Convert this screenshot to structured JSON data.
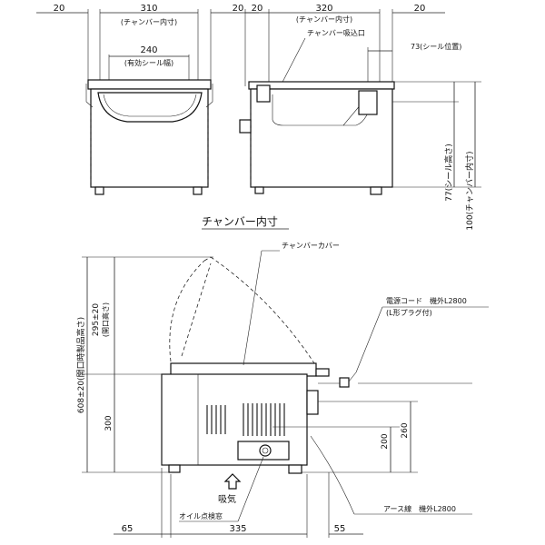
{
  "front_view": {
    "dim_left_margin": "20",
    "dim_chamber_width": "310",
    "dim_chamber_width_note": "(チャンバー内寸)",
    "dim_right_margin": "20",
    "dim_seal_width": "240",
    "dim_seal_width_note": "(有効シール幅)"
  },
  "side_view": {
    "dim_left_margin": "20",
    "dim_chamber_depth": "320",
    "dim_chamber_depth_note": "(チャンバー内寸)",
    "dim_right_margin": "20",
    "intake_label": "チャンバー吸込口",
    "seal_position": "73(シール位置)",
    "seal_height": "77(シール高さ)",
    "chamber_height": "100(チャンバー内寸)"
  },
  "inner_size_caption": "チャンバー内寸",
  "main_view": {
    "cover_label": "チャンバーカバー",
    "power_cord_label": "電源コード　機外L2800",
    "plug_label": "(L形プラグ付)",
    "total_height": "608±20(開口時製品高さ)",
    "open_height": "295±20",
    "open_height_note": "(開口高さ)",
    "body_height": "300",
    "dim_200": "200",
    "dim_260": "260",
    "intake_label": "吸気",
    "oil_window_label": "オイル点検窓",
    "earth_label": "アース線　機外L2800",
    "dim_65": "65",
    "dim_335": "335",
    "dim_55": "55"
  }
}
